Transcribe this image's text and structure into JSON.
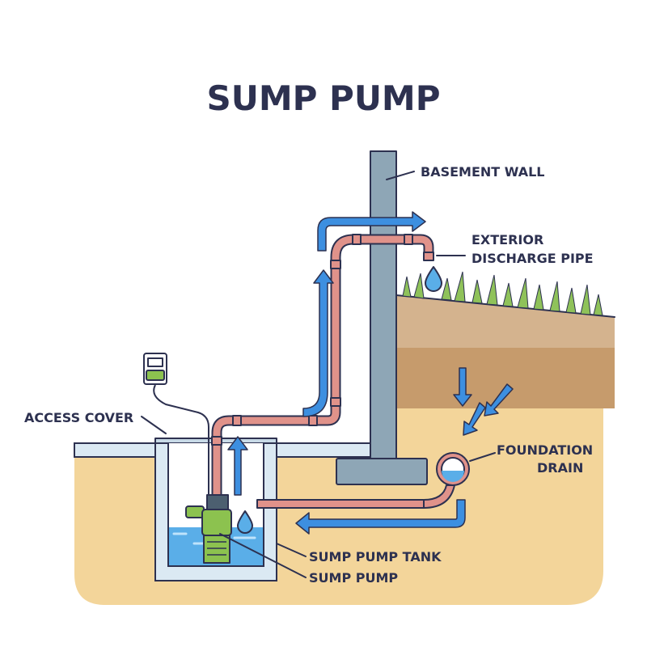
{
  "title": "SUMP PUMP",
  "labels": {
    "basement_wall": "BASEMENT WALL",
    "exterior_discharge_pipe": [
      "EXTERIOR",
      "DISCHARGE PIPE"
    ],
    "foundation_drain": [
      "FOUNDATION",
      "DRAIN"
    ],
    "access_cover": "ACCESS COVER",
    "sump_pump_tank": "SUMP PUMP TANK",
    "sump_pump": "SUMP PUMP"
  },
  "colors": {
    "outline": "#2d3150",
    "wall": "#8ea6b6",
    "pipe": "#e0928a",
    "water": "#5aaee8",
    "arrow": "#3d8fe0",
    "soil_sand": "#f3d59a",
    "soil_top": "#d4b38e",
    "soil_mid": "#c69b6c",
    "grass": "#8fc25a",
    "pump": "#8cc24f",
    "tank_wall": "#dbe9f3"
  }
}
